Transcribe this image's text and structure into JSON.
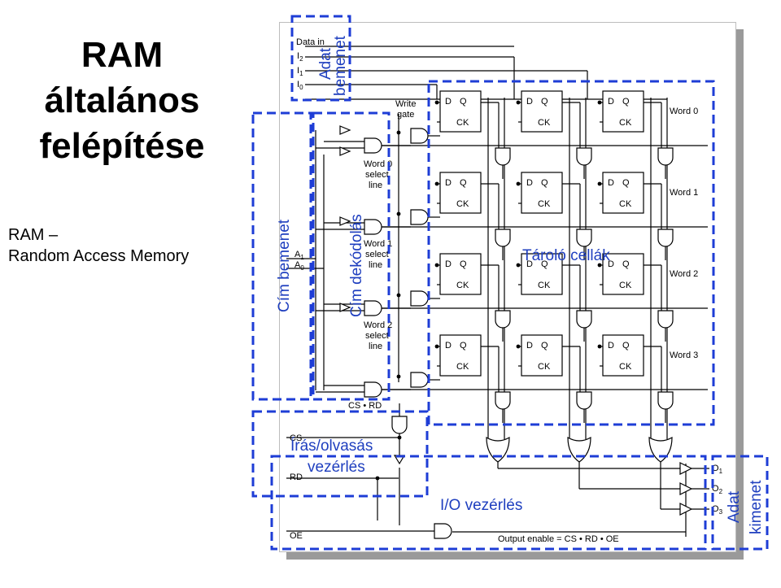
{
  "slide": {
    "title_lines": [
      "RAM",
      "általános",
      "felépítése"
    ],
    "subtitle_lines": [
      "RAM –",
      "Random Access Memory"
    ]
  },
  "circuit": {
    "data_in": "Data in",
    "inputs": [
      "I",
      "I",
      "I"
    ],
    "input_subs": [
      "2",
      "1",
      "0"
    ],
    "write_gate": [
      "Write",
      "gate"
    ],
    "address": [
      "A",
      "A"
    ],
    "address_subs": [
      "1",
      "0"
    ],
    "word_select": [
      [
        "Word 0",
        "select",
        "line"
      ],
      [
        "Word 1",
        "select",
        "line"
      ],
      [
        "Word 2",
        "select",
        "line"
      ]
    ],
    "words": [
      "Word 0",
      "Word 1",
      "Word 2",
      "Word 3"
    ],
    "cell_d": "D",
    "cell_q": "Q",
    "cell_ck": "CK",
    "cs_rd": "CS • RD",
    "cs": "CS",
    "rd": "RD",
    "oe": "OE",
    "outputs": [
      "O",
      "O",
      "O"
    ],
    "output_subs": [
      "1",
      "2",
      "3"
    ],
    "output_enable": "Output enable = CS • RD • OE"
  },
  "annotations": {
    "adat_bemenet": [
      "Adat",
      "bemenet"
    ],
    "cim_bemenet": "Cím bemenet",
    "cim_dekodolas": "Cím dekódolás",
    "tarolo_cellak": "Tároló cellák",
    "iras_olvasas": [
      "Írás/olvasás",
      "vezérlés"
    ],
    "io_vezerles": "I/O vezérlés",
    "adat_kimenet": [
      "Adat",
      "kimenet"
    ]
  },
  "colors": {
    "annotation_blue": "#1f3fbf",
    "dash_blue": "#1e3dd6",
    "line": "#000000"
  }
}
